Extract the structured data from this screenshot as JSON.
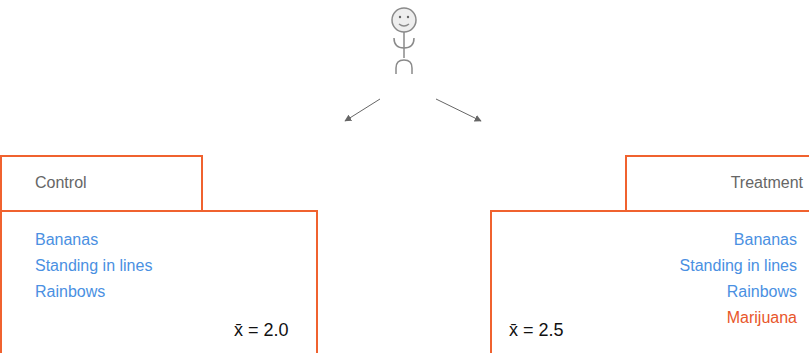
{
  "diagram": {
    "nodes": [
      {
        "text": [
          "Control",
          "Bananas",
          "Standing in lines",
          "Rainbows",
          "x̄ = 2.0"
        ]
      },
      {
        "text": [
          "Treatment",
          "Bananas",
          "Standing in lines",
          "Rainbows",
          "Marijuana",
          "x̄ = 2.5"
        ]
      }
    ]
  }
}
